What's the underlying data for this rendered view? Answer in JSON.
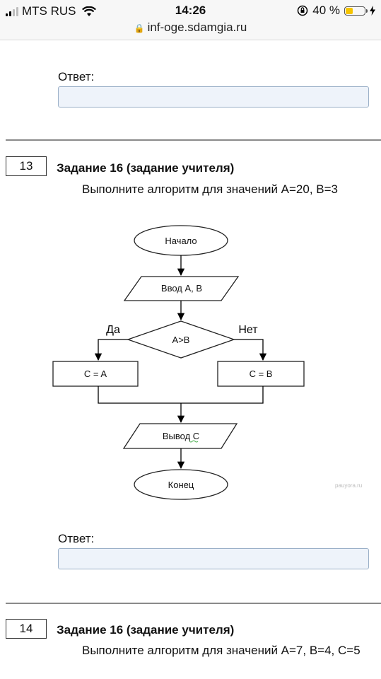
{
  "status_bar": {
    "carrier": "MTS RUS",
    "time": "14:26",
    "battery_percent": "40 %",
    "url": "inf-oge.sdamgia.ru"
  },
  "answer_label": "Ответ:",
  "task13": {
    "number": "13",
    "title": "Задание 16  (задание учителя)",
    "text": "Выполните алгоритм для значений A=20, B=3",
    "flowchart": {
      "start": "Начало",
      "input": "Ввод А, В",
      "condition": "A>B",
      "yes": "Да",
      "no": "Нет",
      "yes_action": "C = A",
      "no_action": "C = B",
      "output": "Вывод С",
      "end": "Конец",
      "watermark": "pauyora.ru"
    }
  },
  "task14": {
    "number": "14",
    "title": "Задание 16  (задание учителя)",
    "text": "Выполните алгоритм для значений A=7, B=4, C=5"
  }
}
